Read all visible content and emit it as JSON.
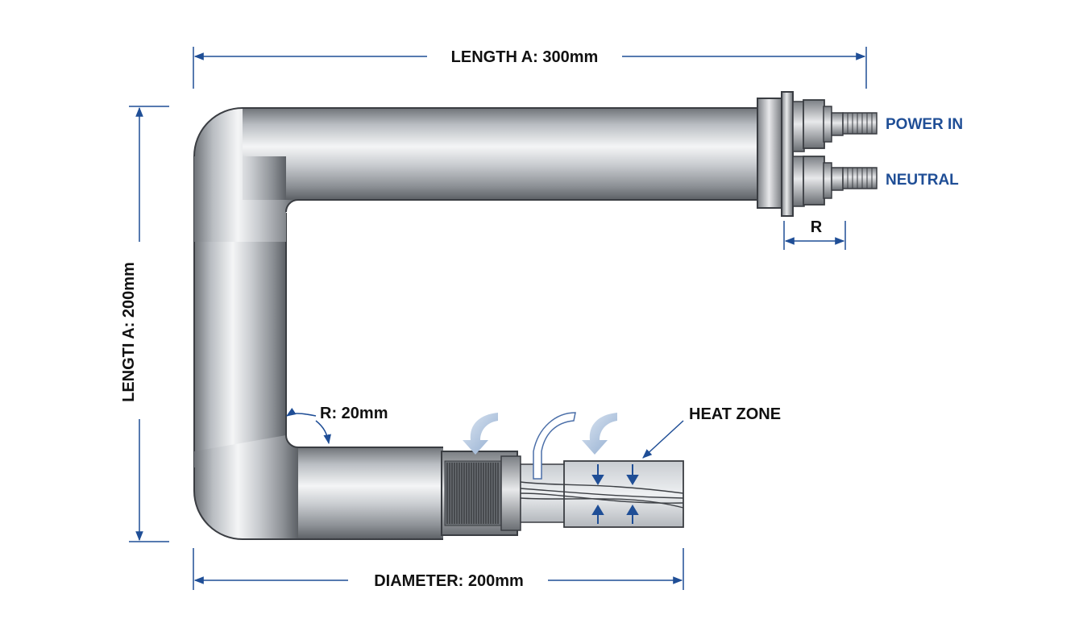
{
  "dimensions": {
    "length_top": "LENGTH A: 300mm",
    "length_side": "LENGTI A: 200mm",
    "diameter": "DIAMETER: 200mm",
    "bend_radius": "R: 20mm",
    "terminal_r": "R"
  },
  "terminals": {
    "power_in": "POWER IN",
    "neutral": "NEUTRAL"
  },
  "zones": {
    "heat_zone": "HEAT ZONE"
  },
  "colors": {
    "dimension_line": "#1f4e96",
    "label_text": "#111111",
    "terminal_text": "#1f4e96",
    "tube_outline": "#3a3d42",
    "airflow_arrow": "#9fb8d6"
  }
}
